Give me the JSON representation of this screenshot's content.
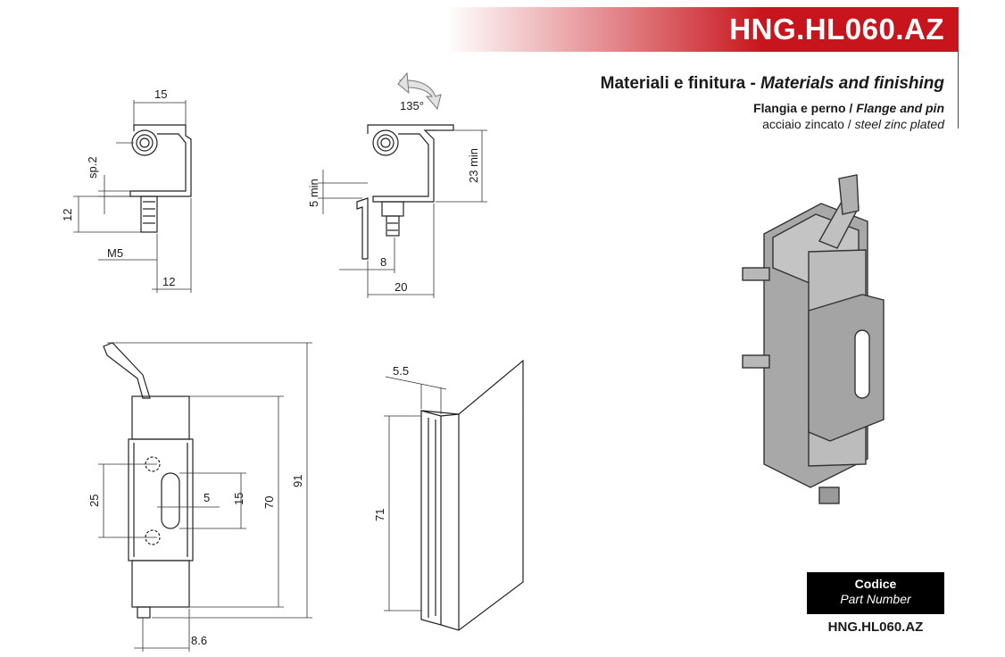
{
  "header": {
    "code": "HNG.HL060.AZ"
  },
  "materials": {
    "title_it": "Materiali e finitura - ",
    "title_en": "Materials and finishing",
    "flange_it": "Flangia e perno / ",
    "flange_en": "Flange and pin",
    "finish_it": "acciaio zincato / ",
    "finish_en": "steel zinc plated"
  },
  "dimensions": {
    "d15_top": "15",
    "sp2": "sp.2",
    "d12_left": "12",
    "m5": "M5",
    "d12_bottom": "12",
    "angle": "135°",
    "min5": "5 min",
    "min23": "23 min",
    "d8": "8",
    "d20": "20",
    "d25": "25",
    "d5": "5",
    "d15_mid": "15",
    "d70": "70",
    "d91": "91",
    "d8_6": "8.6",
    "d5_5": "5.5",
    "d71": "71"
  },
  "part": {
    "codice_label": "Codice",
    "part_number_label": "Part Number",
    "part_number": "HNG.HL060.AZ"
  },
  "colors": {
    "accent": "#c8141c",
    "part_body": "#b4b4b4"
  }
}
